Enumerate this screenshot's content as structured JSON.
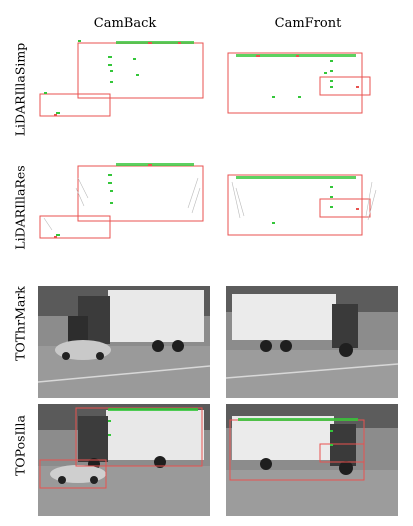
{
  "figure": {
    "columns": [
      "CamBack",
      "CamFront"
    ],
    "rows": [
      "LiDARIllaSimp",
      "LiDARIllaRes",
      "TOThrMark",
      "TOPosIlla"
    ],
    "annotation_color": "#e8524f",
    "point_color": "#34c63a",
    "panels": [
      {
        "row": "LiDARIllaSimp",
        "column": "CamBack",
        "content": "lidar-projection"
      },
      {
        "row": "LiDARIllaSimp",
        "column": "CamFront",
        "content": "lidar-projection"
      },
      {
        "row": "LiDARIllaRes",
        "column": "CamBack",
        "content": "lidar-projection"
      },
      {
        "row": "LiDARIllaRes",
        "column": "CamFront",
        "content": "lidar-projection"
      },
      {
        "row": "TOThrMark",
        "column": "CamBack",
        "content": "camera-image-truck"
      },
      {
        "row": "TOThrMark",
        "column": "CamFront",
        "content": "camera-image-truck"
      },
      {
        "row": "TOPosIlla",
        "column": "CamBack",
        "content": "camera-image-truck-with-boxes"
      },
      {
        "row": "TOPosIlla",
        "column": "CamFront",
        "content": "camera-image-truck-with-boxes"
      }
    ]
  }
}
